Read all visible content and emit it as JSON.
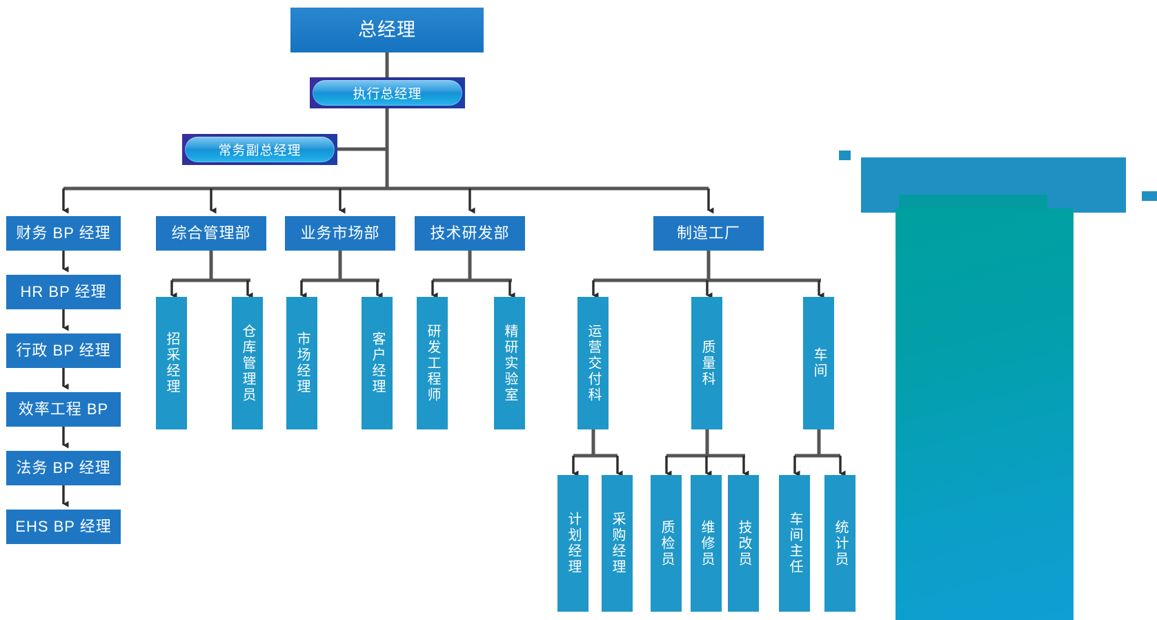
{
  "chart": {
    "type": "org-chart",
    "title": "",
    "colors": {
      "box_blue": "#1f77c4",
      "box_light_blue": "#1f97c8",
      "pill_border_purple": "#2b2f93",
      "connector_gray": "#555555",
      "deco_blue": "#2090c2",
      "deco_teal": "#00a0a0",
      "text_white": "#ffffff"
    },
    "nodes": {
      "top": {
        "label": "总经理"
      },
      "exec": {
        "label": "执行总经理"
      },
      "deputy": {
        "label": "常务副总经理"
      },
      "departments": [
        {
          "label": "财务 BP 经理"
        },
        {
          "label": "综合管理部"
        },
        {
          "label": "业务市场部"
        },
        {
          "label": "技术研发部"
        },
        {
          "label": "制造工厂"
        }
      ],
      "bp_chain": [
        {
          "label": "财务 BP 经理"
        },
        {
          "label": "HR BP 经理"
        },
        {
          "label": "行政 BP 经理"
        },
        {
          "label": "效率工程 BP"
        },
        {
          "label": "法务 BP 经理"
        },
        {
          "label": "EHS BP 经理"
        }
      ],
      "admin_children": [
        {
          "label": "招采经理"
        },
        {
          "label": "仓库管理员"
        }
      ],
      "market_children": [
        {
          "label": "市场经理"
        },
        {
          "label": "客户经理"
        }
      ],
      "rnd_children": [
        {
          "label": "研发工程师"
        },
        {
          "label": "精研实验室"
        }
      ],
      "factory_children": [
        {
          "label": "运营交付科"
        },
        {
          "label": "质量科"
        },
        {
          "label": "车间"
        }
      ],
      "ops_children": [
        {
          "label": "计划经理"
        },
        {
          "label": "采购经理"
        }
      ],
      "quality_children": [
        {
          "label": "质检员"
        },
        {
          "label": "维修员"
        },
        {
          "label": "技改员"
        }
      ],
      "workshop_children": [
        {
          "label": "车间主任"
        },
        {
          "label": "统计员"
        }
      ]
    }
  }
}
